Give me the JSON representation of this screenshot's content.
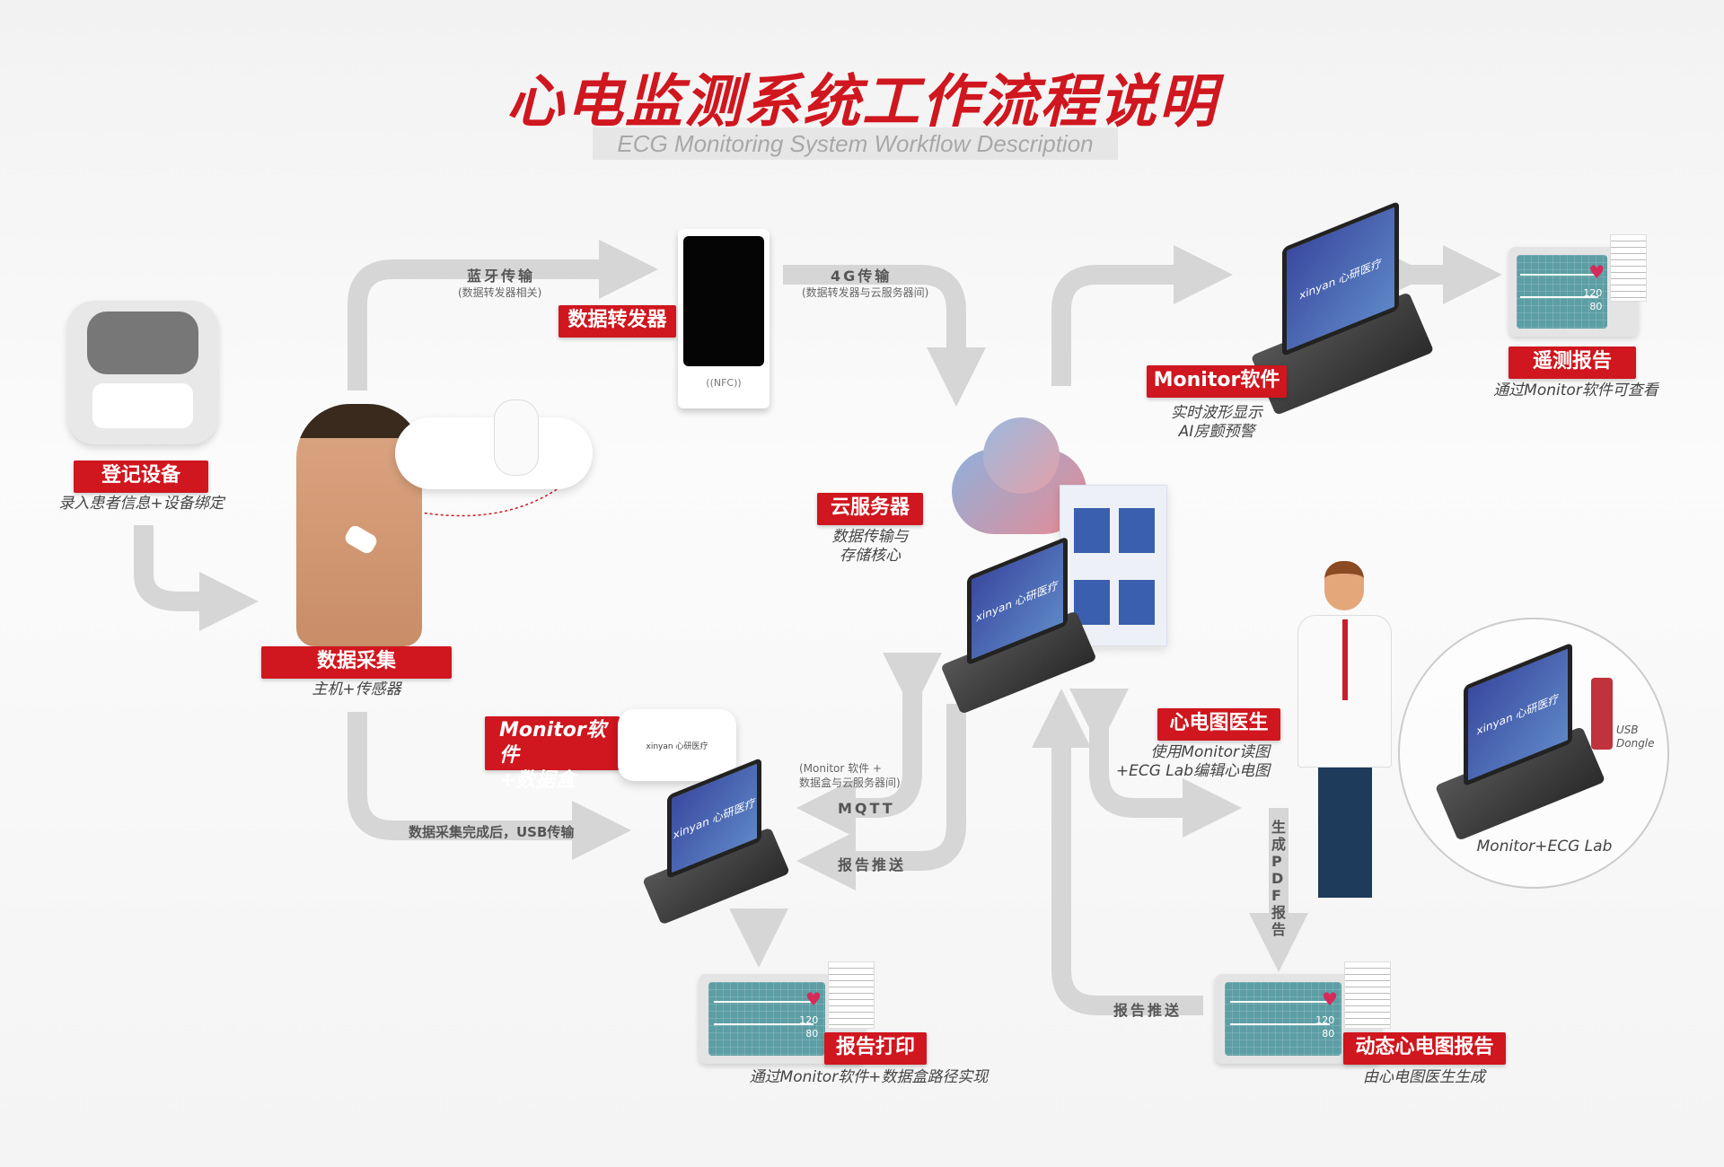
{
  "header": {
    "title": "心电监测系统工作流程说明",
    "subtitle": "ECG Monitoring System Workflow Description"
  },
  "steps": {
    "register": {
      "label": "登记设备",
      "desc": "录入患者信息+设备绑定"
    },
    "collect": {
      "label": "数据采集",
      "desc": "主机+传感器"
    },
    "forwarder": {
      "label": "数据转发器",
      "nfc": "((NFC))"
    },
    "cloud": {
      "label": "云服务器",
      "desc1": "数据传输与",
      "desc2": "存储核心"
    },
    "monitor": {
      "label": "Monitor软件",
      "desc1": "实时波形显示",
      "desc2": "AI房颤预警"
    },
    "telemetry": {
      "label": "遥测报告",
      "desc": "通过Monitor软件可查看"
    },
    "doctor": {
      "label": "心电图医生",
      "desc1": "使用Monitor读图",
      "desc2": "+ECG Lab编辑心电图"
    },
    "databox": {
      "label1": "Monitor软件",
      "label2": "+数据盒"
    },
    "print": {
      "label": "报告打印",
      "desc": "通过Monitor软件+数据盒路径实现"
    },
    "holter": {
      "label": "动态心电图报告",
      "desc": "由心电图医生生成"
    },
    "workstation": {
      "caption": "Monitor+ECG Lab",
      "dongle1": "USB",
      "dongle2": "Dongle"
    }
  },
  "arrows": {
    "bluetooth": {
      "label": "蓝牙传输",
      "note": "(数据转发器相关)"
    },
    "g4": {
      "label": "4G传输",
      "note": "(数据转发器与云服务器间)"
    },
    "usb": {
      "label": "数据采集完成后，USB传输"
    },
    "mqtt": {
      "label": "MQTT",
      "note1": "(Monitor 软件 +",
      "note2": "数据盒与云服务器间)"
    },
    "push1": {
      "label": "报告推送"
    },
    "push2": {
      "label": "报告推送"
    },
    "pdf": {
      "label": "生成PDF报告"
    }
  },
  "brand": "xinyan 心研医疗",
  "vitals": {
    "sys": "120",
    "dia": "80"
  },
  "colors": {
    "accent": "#d0161e",
    "arrow": "#d6d6d6",
    "screen": "#4a66b0"
  }
}
